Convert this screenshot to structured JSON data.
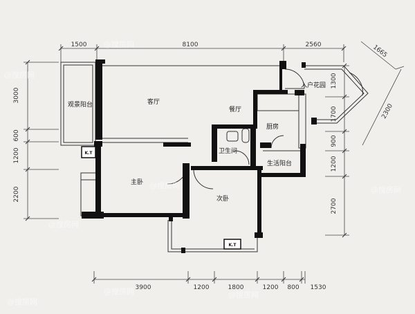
{
  "dimensions": {
    "top": [
      "1500",
      "8100",
      "2560"
    ],
    "diagonal": [
      "1665",
      "2300"
    ],
    "left": [
      "3000",
      "600",
      "1200",
      "2200"
    ],
    "right": [
      "1300",
      "1700",
      "900",
      "1200",
      "2700"
    ],
    "bottom": [
      "3900",
      "1200",
      "1800",
      "1200",
      "800",
      "1530"
    ]
  },
  "rooms": {
    "viewing_balcony": "观景阳台",
    "living_room": "客厅",
    "dining_room": "餐厅",
    "entry_garden": "入户花园",
    "kitchen": "厨房",
    "bathroom": "卫生间",
    "utility_balcony": "生活阳台",
    "master_bedroom": "主卧",
    "second_bedroom": "次卧"
  },
  "ac_labels": [
    "K.T",
    "K.T"
  ],
  "watermark": "@搜房网",
  "colors": {
    "background": "#f1efec",
    "wall": "#111111",
    "line": "#444444"
  }
}
